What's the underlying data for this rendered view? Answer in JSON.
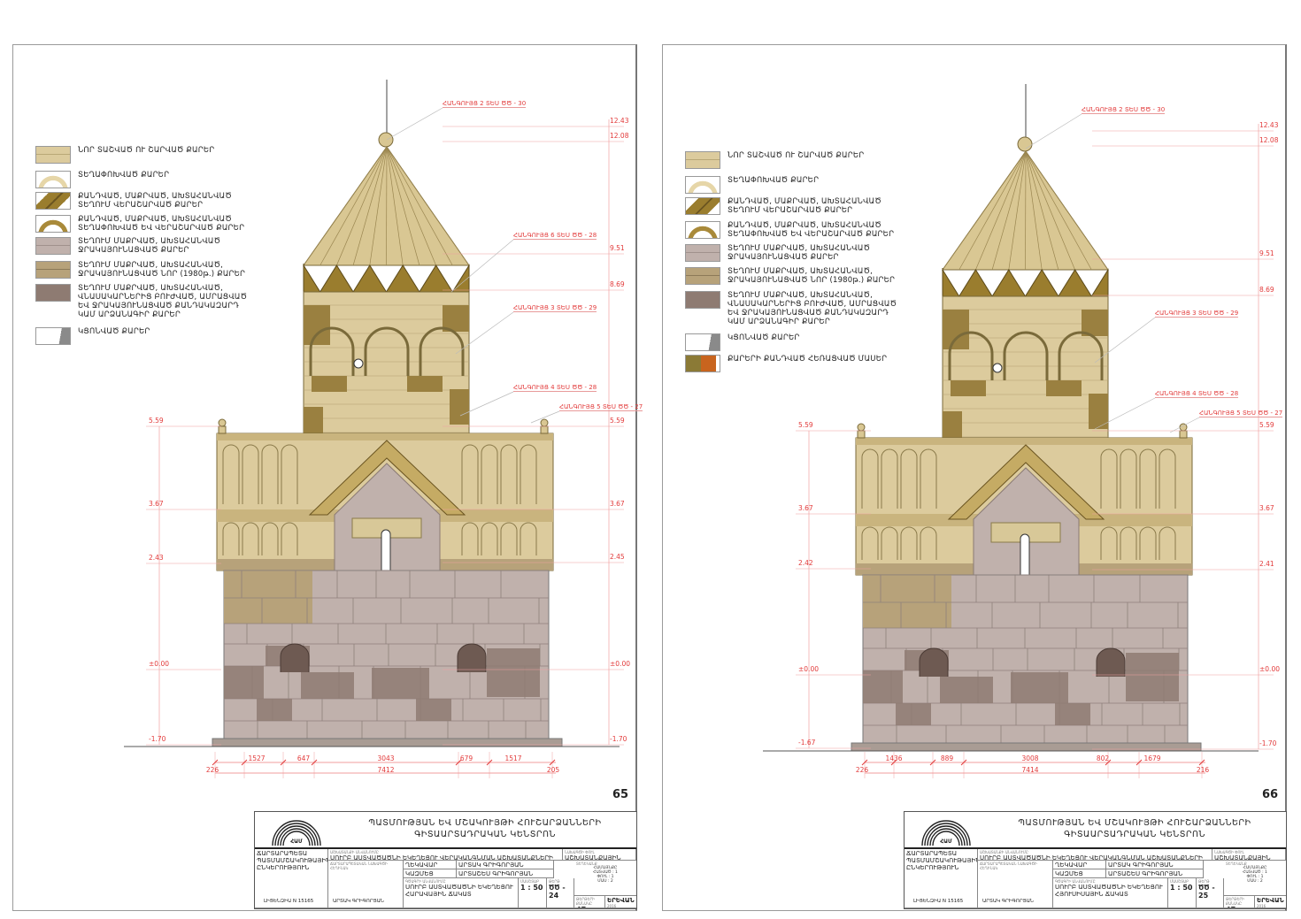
{
  "colors": {
    "new_stone": "#dccb9d",
    "moved_stone": "#e6d6a8",
    "relaid_stone": "#9a7d2e",
    "cleaned_stone": "#c0b1ac",
    "stone_1980": "#b7a27a",
    "carved_stone": "#8e7b72",
    "dimension_red": "#e23a3a"
  },
  "pages": [
    {
      "number": "65",
      "legend": [
        {
          "label": "ՆՈՐ ՏԱՇՎԱԾ ՈՒ ՇԱՐՎԱԾ ՔԱՐԵՐ",
          "swatch": "new_stone"
        },
        {
          "label": "ՏԵՂԱՓՈԽՎԱԾ ՔԱՐԵՐ",
          "swatch": "moved_stone"
        },
        {
          "label": "ՔԱՆԴՎԱԾ, ՄԱՔՐՎԱԾ, ԱԽՏԱՀԱՆՎԱԾ ՏԵՂՈՒՄ ՎԵՐԱՇԱՐՎԱԾ ՔԱՐԵՐ",
          "swatch": "relaid_stone"
        },
        {
          "label": "ՔԱՆԴՎԱԾ, ՄԱՔՐՎԱԾ, ԱԽՏԱՀԱՆՎԱԾ ՏԵՂԱՓՈԽՎԱԾ ԵՎ ՎԵՐԱՇԱՐՎԱԾ ՔԱՐԵՐ",
          "swatch": "relaid_arch"
        },
        {
          "label": "ՏԵՂՈՒՄ ՄԱՔՐՎԱԾ, ԱԽՏԱՀԱՆՎԱԾ ՋՐԱԿԱՅՈՒՆԱՑՎԱԾ ՔԱՐԵՐ",
          "swatch": "cleaned_stone"
        },
        {
          "label": "ՏԵՂՈՒՄ ՄԱՔՐՎԱԾ, ԱԽՏԱՀԱՆՎԱԾ, ՋՐԱԿԱՅՈՒՆԱՑՎԱԾ ՆՈՐ (1980թ.) ՔԱՐԵՐ",
          "swatch": "stone_1980"
        },
        {
          "label": "ՏԵՂՈՒՄ ՄԱՔՐՎԱԾ, ԱԽՏԱՀԱՆՎԱԾ, ՎՆԱՍԱԿԱՐՆԵՐԻՑ ԲՈՒԺՎԱԾ, ԱՄՐԱՑՎԱԾ ԵՎ ՋՐԱԿԱՅՈՒՆԱՑՎԱԾ ՔԱՆԴԱԿԱԶԱՐԴ ԿԱՄ ԱՐՁԱՆԱԳԻՐ ՔԱՐԵՐ",
          "swatch": "carved_stone"
        },
        {
          "label": "ԿՑՈՆՎԱԾ ՔԱՐԵՐ",
          "swatch": "grouted"
        }
      ],
      "levels_left": [
        "5.59",
        "3.67",
        "2.43",
        "±0.00",
        "-1.70"
      ],
      "levels_right": [
        "12.43",
        "12.08",
        "9.51",
        "8.69",
        "5.59",
        "3.67",
        "2.45",
        "±0.00",
        "-1.70"
      ],
      "callouts": [
        "ՀԱՆԳՈՒՅՑ 2 ՏԵՍ ԾԾ - 30",
        "ՀԱՆԳՈՒՅՑ 6 ՏԵՍ ԾԾ - 28",
        "ՀԱՆԳՈՒՅՑ 3 ՏԵՍ ԾԾ - 29",
        "ՀԱՆԳՈՒՅՑ 4 ՏԵՍ ԾԾ - 28",
        "ՀԱՆԳՈՒՅՑ 5 ՏԵՍ ԾԾ - 27"
      ],
      "dims_top": [
        "1527",
        "647",
        "3043",
        "679",
        "1517"
      ],
      "dims_bottom": [
        "226",
        "7412",
        "205"
      ],
      "title_block": {
        "org_line1": "ՊԱՏՄՈՒԹՅԱՆ ԵՎ ՄՇԱԿՈՒՅԹԻ ՀՈՒՇԱՐՁԱՆՆԵՐԻ",
        "org_line2": "ԳԻՏԱԱՐՏԱԴՐԱԿԱՆ ԿԵՆՏՐՈՆ",
        "logo_text": "ՀԱՄ",
        "project_caption": "ԱՇԽԱՏԱՆՔԻ ԱՆՎԱՆՈՒՄԸ",
        "project": "ՍՈՒՐԲ ԱՍՏՎԱԾԱԾՆԻ ԵԿԵՂԵՑՈՒ ՎԵՐԱԿԱՆԳՆՄԱՆ ԱՇԽԱՏԱՆՔՆԵՐԻ ԳԾԱԳԻՐ",
        "stage_caption": "ՆԱԽԱԳԾԻ ՓՈՒԼ",
        "stage": "ԱՇԽԱՏԱՆՔԱՅԻՆ",
        "company": "ՃԱՐՏԱՐԱՊԵՏԱ ՊԱՏՄԱՄՇԱԿՈՒԹԱՅԻՆ ԸՆԿԵՐՈՒԹՅՈՒՆ",
        "license": "ԼԻՑԵՆԶԻԱ N 15165",
        "position_caption": "ՃԱՐՏԱՐԱՊԵՏԱԿԱՆ ՆԱԽԱԳԾԻ ՀԵՂԻՆԱԿ",
        "author": "ԱՐՏԱԿ ԳՐԻԳՈՐՅԱՆ",
        "role1": "ՂԵԿԱՎԱՐ",
        "name1": "ԱՐՏԱԿ ԳՐԻԳՈՐՅԱՆ",
        "role2": "ԿԱԶՄԵՑ",
        "name2": "ԱՐՏԱՇԵՍ ԳՐԻԳՈՐՅԱՆ",
        "drawing_caption": "ԳԾԱԳՐԻ ԱՆՎԱՆՈՒՄԸ",
        "drawing": "ՍՈՒՐԲ ԱՍՏՎԱԾԱԾՆԻ ԵԿԵՂԵՑՈՒ ՀԱՐԱՎԱՅԻՆ ՃԱԿԱՏ",
        "scale_caption": "ՄԱՍՇՏԱԲ",
        "scale": "1 : 50",
        "sheet_caption": "ԹԵՐԹ",
        "sheet": "ԾԾ - 24",
        "info_caption": "ՏԵՂԵԿԱՆՔ",
        "info": [
          "ՀԱՄԱՅՆՔԸ",
          "ՀԱՏՎԱԾ : 1",
          "ՓՈՒԼ : 1",
          "ՄԱՍ : 2"
        ],
        "sheets_caption": "ԹԵՐԹԵՐԻ ՔԱՆԱԿԸ",
        "sheets": "47",
        "city": "ԵՐԵՎԱՆ",
        "year": "2016"
      }
    },
    {
      "number": "66",
      "legend": [
        {
          "label": "ՆՈՐ ՏԱՇՎԱԾ ՈՒ ՇԱՐՎԱԾ ՔԱՐԵՐ",
          "swatch": "new_stone"
        },
        {
          "label": "ՏԵՂԱՓՈԽՎԱԾ ՔԱՐԵՐ",
          "swatch": "moved_stone"
        },
        {
          "label": "ՔԱՆԴՎԱԾ, ՄԱՔՐՎԱԾ, ԱԽՏԱՀԱՆՎԱԾ ՏԵՂՈՒՄ ՎԵՐԱՇԱՐՎԱԾ ՔԱՐԵՐ",
          "swatch": "relaid_stone"
        },
        {
          "label": "ՔԱՆԴՎԱԾ, ՄԱՔՐՎԱԾ, ԱԽՏԱՀԱՆՎԱԾ ՏԵՂԱՓՈԽՎԱԾ ԵՎ ՎԵՐԱՇԱՐՎԱԾ ՔԱՐԵՐ",
          "swatch": "relaid_arch"
        },
        {
          "label": "ՏԵՂՈՒՄ ՄԱՔՐՎԱԾ, ԱԽՏԱՀԱՆՎԱԾ ՋՐԱԿԱՅՈՒՆԱՑՎԱԾ ՔԱՐԵՐ",
          "swatch": "cleaned_stone"
        },
        {
          "label": "ՏԵՂՈՒՄ ՄԱՔՐՎԱԾ, ԱԽՏԱՀԱՆՎԱԾ, ՋՐԱԿԱՅՈՒՆԱՑՎԱԾ ՆՈՐ (1980թ.) ՔԱՐԵՐ",
          "swatch": "stone_1980"
        },
        {
          "label": "ՏԵՂՈՒՄ ՄԱՔՐՎԱԾ, ԱԽՏԱՀԱՆՎԱԾ, ՎՆԱՍԱԿԱՐՆԵՐԻՑ ԲՈՒԺՎԱԾ, ԱՄՐԱՑՎԱԾ ԵՎ ՋՐԱԿԱՅՈՒՆԱՑՎԱԾ ՔԱՆԴԱԿԱԶԱՐԴ ԿԱՄ ԱՐՁԱՆԱԳԻՐ ՔԱՐԵՐ",
          "swatch": "carved_stone"
        },
        {
          "label": "ԿՑՈՆՎԱԾ ՔԱՐԵՐ",
          "swatch": "grouted"
        },
        {
          "label": "ՔԱՐԵՐԻ ՔԱՆԴՎԱԾ ՀԵՌԱՑՎԱԾ ՄԱՍԵՐ",
          "swatch": "removed"
        }
      ],
      "levels_left": [
        "5.59",
        "3.67",
        "2.42",
        "±0.00",
        "-1.67"
      ],
      "levels_right": [
        "12.43",
        "12.08",
        "9.51",
        "8.69",
        "5.59",
        "3.67",
        "2.41",
        "±0.00",
        "-1.70"
      ],
      "callouts": [
        "ՀԱՆԳՈՒՅՑ 2 ՏԵՍ ԾԾ - 30",
        "ՀԱՆԳՈՒՅՑ 3 ՏԵՍ ԾԾ - 29",
        "ՀԱՆԳՈՒՅՑ 4 ՏԵՍ ԾԾ - 28",
        "ՀԱՆԳՈՒՅՑ 5 ՏԵՍ ԾԾ - 27"
      ],
      "dims_top": [
        "1436",
        "889",
        "3008",
        "802",
        "1679"
      ],
      "dims_bottom": [
        "226",
        "7414",
        "216"
      ],
      "title_block": {
        "org_line1": "ՊԱՏՄՈՒԹՅԱՆ ԵՎ ՄՇԱԿՈՒՅԹԻ ՀՈՒՇԱՐՁԱՆՆԵՐԻ",
        "org_line2": "ԳԻՏԱԱՐՏԱԴՐԱԿԱՆ ԿԵՆՏՐՈՆ",
        "logo_text": "ՀԱՄ",
        "project_caption": "ԱՇԽԱՏԱՆՔԻ ԱՆՎԱՆՈՒՄԸ",
        "project": "ՍՈՒՐԲ ԱՍՏՎԱԾԱԾՆԻ ԵԿԵՂԵՑՈՒ ՎԵՐԱԿԱՆԳՆՄԱՆ ԱՇԽԱՏԱՆՔՆԵՐԻ ԳԾԱԳԻՐ",
        "stage_caption": "ՆԱԽԱԳԾԻ ՓՈՒԼ",
        "stage": "ԱՇԽԱՏԱՆՔԱՅԻՆ",
        "company": "ՃԱՐՏԱՐԱՊԵՏԱ ՊԱՏՄԱՄՇԱԿՈՒԹԱՅԻՆ ԸՆԿԵՐՈՒԹՅՈՒՆ",
        "license": "ԼԻՑԵՆԶԻԱ N 15165",
        "position_caption": "ՃԱՐՏԱՐԱՊԵՏԱԿԱՆ ՆԱԽԱԳԾԻ ՀԵՂԻՆԱԿ",
        "author": "ԱՐՏԱԿ ԳՐԻԳՈՐՅԱՆ",
        "role1": "ՂԵԿԱՎԱՐ",
        "name1": "ԱՐՏԱԿ ԳՐԻԳՈՐՅԱՆ",
        "role2": "ԿԱԶՄԵՑ",
        "name2": "ԱՐՏԱՇԵՍ ԳՐԻԳՈՐՅԱՆ",
        "drawing_caption": "ԳԾԱԳՐԻ ԱՆՎԱՆՈՒՄԸ",
        "drawing": "ՍՈՒՐԲ ԱՍՏՎԱԾԱԾՆԻ ԵԿԵՂԵՑՈՒ ՀՅՈՒՍԻՍԱՅԻՆ ՃԱԿԱՏ",
        "scale_caption": "ՄԱՍՇՏԱԲ",
        "scale": "1 : 50",
        "sheet_caption": "ԹԵՐԹ",
        "sheet": "ԾԾ - 25",
        "info_caption": "ՏԵՂԵԿԱՆՔ",
        "info": [
          "ՀԱՄԱՅՆՔԸ",
          "ՀԱՏՎԱԾ : 1",
          "ՓՈՒԼ : 1",
          "ՄԱՍ : 2"
        ],
        "sheets_caption": "ԹԵՐԹԵՐԻ ՔԱՆԱԿԸ",
        "sheets": "47",
        "city": "ԵՐԵՎԱՆ",
        "year": "2016"
      }
    }
  ]
}
